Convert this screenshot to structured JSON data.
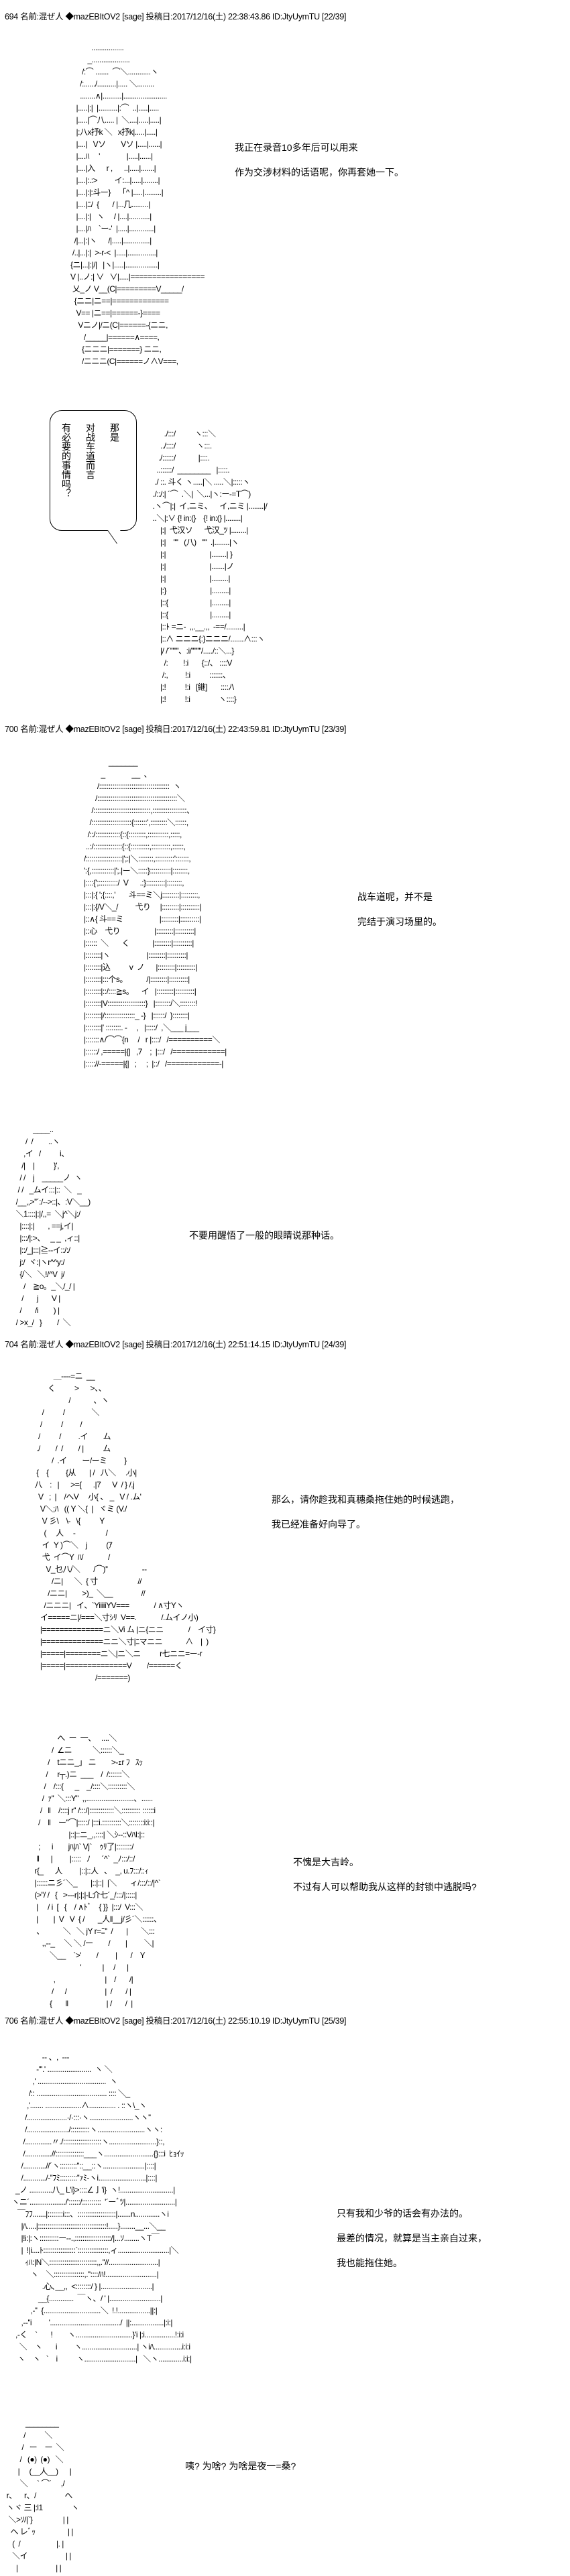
{
  "posts": [
    {
      "header": "694 名前:混ぜ人 ◆mazEBItOV2 [sage] 投稿日:2017/12/16(土) 22:38:43.86 ID:JtyUymTU [22/39]"
    },
    {
      "header": "700 名前:混ぜ人 ◆mazEBItOV2 [sage] 投稿日:2017/12/16(土) 22:43:59.81 ID:JtyUymTU [23/39]"
    },
    {
      "header": "704 名前:混ぜ人 ◆mazEBItOV2 [sage] 投稿日:2017/12/16(土) 22:51:14.15 ID:JtyUymTU [24/39]"
    },
    {
      "header": "706 名前:混ぜ人 ◆mazEBItOV2 [sage] 投稿日:2017/12/16(土) 22:55:10.19 ID:JtyUymTU [25/39]"
    }
  ],
  "dialogue": {
    "d1": [
      "我正在录音10多年后可以用来",
      "作为交涉材料的话语呢，你再套她一下。"
    ],
    "bubble": "那是\n对战车道而言\n有必要的事情吗？",
    "d3": [
      "战车道呢，并不是",
      "完结于演习场里的。"
    ],
    "d4": [
      "不要用醒悟了一般的眼睛说那种话。"
    ],
    "d5": [
      "那么，请你趁我和真穗桑拖住她的时候逃跑，",
      "我已经准备好向导了。"
    ],
    "d6": [
      "不愧是大吉岭。",
      "不过有人可以帮助我从这样的封锁中逃脱吗?"
    ],
    "d7": [
      "只有我和少爷的话会有办法的。",
      "最差的情况，就算是当主亲自过来，",
      "我也能拖住她。"
    ],
    "d8": [
      "咦? 为啥? 为啥是夜一=桑?"
    ]
  },
  "art": {
    "a1": "                 .................\n               _....................\n            /:⌒ .......  ⌒＼............ヽ\n           /:....../..........|..... ＼.........\n           ........∧|..........|.......................\n         |.....|:|  |..........|:⌒  ..|.....|.....\n         |.....|⌒八..... |  ＼....|.....|.....|\n         |:八x抒k ＼   x抒k|.....|.....|\n         |....|   Vソ        Vソ |.....|......|\n         |....ﾊ     '              |.....|......|\n         |....|入      r ,      ..|.....|.......|\n         |....|:.:>         イ:...|.....|........|\n         |....|:|:斗ー}    「^ |.....|.........|\n         |....|ﾆ/  {       / |...几.........|\n         |....|:|   ヽ     / |....|...........|\n         |....|ﾊ    `ー‐'  |.....|.............|\n        /|...|:|ヽ      /|.....|..............|\n       /..|...|:|  >‐r‐<  |.....|...............|\n      {ニ|...|:|/|   |ヽ|.....|.................|\n      V |..ノ:| ∨   ∨|.....|=================\n       乂_ノ V__(C|=========V_____/\n        {ニニ|ニ==|=============\n         V== |ニ==|======-}====\n          Vニノ|/ニ(C|======-{ニニ,\n             /_____|======∧====,\n            {ニニニ|=======} ニニ,\n            /ニニニ(C|======ノ∧V===,",
    "a2": "        ./:::/          ヽ:::＼\n      ../::::/           ヽ:::.\n     ./::::::/            |::::.\n    ..::::::/  ________   |:::::.\n   ./ ::. 斗く ヽ.....|＼ .....＼|:::::ヽ\n  ./::/:| ´⌒  .＼|  ＼...|ヽ:ー-=T⌒)\n  .ヽ⌒|:|  イ,ニミ、    イ,ニミ |........|/\n  ..＼|:∨ {! in:(}    {! in:(} |........|\n      |:|  弋汉ソ      弋汉_ﾂ |........|\n      |:|    ''''   (八)   ''''  .|........|ヽ\n      |:|                       |........| }\n      |:|                       |.......|ノ\n      |:|                       |.........|\n      |:}                       |.........|\n      |::{                      |.........|\n      |::{                      |.........|\n      |::ﾄ =ニ-  ,,.__.,,  -==/.........|\n      |::∧ ニニニ{:}ニニニ/.......∧:::ヽ\n      |/ /´'''''''、:i/''''''''/...../::＼...}\n        /:        !:i       {::/、 ::::V\n       /:,         !:i          :::::::、\n      |:!          !:i   [継]       ::::ﾉ\\\n      |:!          !:i               ヽ::::}",
    "a3": "                   _______\n               _              __  、\n             /:::::::::::::::::::::::::::::::::::::  ヽ\n            /::::::::::::::::::::::::::::::::::::::::::＼\n          /::::::::::::::::::::::::::::::,::::::::::::::::::、\n         /:::::::::::::::::::::{:::::::',:::::::::＼::::::,\n        /::/:::::::::::::{::{:::::::::,:::::::::::,:::::,\n       ..:/:::::::::::::::{::{::::::::::,::::::::::,::::::,\n      /:::::::::::::::::::|';:|＼::::::::,::::::::::':::::::,\n      ':{,::::::::::::|';.|ー＼:::::}:::::::::::|::::::::,\n      |::::{';::::::::::/  V      .:}::::::::::|::::::::,\n      |:::|:{ ';{::::,'       斗==ミ＼j:::::::::|:::::::::,\n      |:::|:{/V＼_/         弋り     |:::::::::|::::::::::|\n      |::∧{ 斗==ミ                   |:::::::::|::::::::::|\n      |::心    弋り                  |:::::::::|::::::::::|\n      |::::::  ＼       く            |:::::::::|::::::::::|\n      |::::::::|ヽ                   |:::::::::|::::::::::|\n      |::::::::|込          v  ノ      |:::::::::|::::::::::|\n      |::::::::|:::个s。          /|:::::::::|::::::::::|\n      |::::::::|::/::::≧s。    イ   |:::::::::|::::::::::|\n      |::::::::|V::::::::::::::::::::}   |::::::::/＼::::::::!\n      |::::::::|/::::::::::::::::_ -}   |::::::/  }::::::::|\n      |::::::::|' ::::::::. -     ,   |:::::/  ,＼___ j___\n      |:::::::∧/⌒⌒{n     /   r |::::/   /==========＼\n      |::::::/ ,=====|{|   ,7    ;  |:::/   /============|\n      |::::://-=====|{|   ;     ;  |::/   /============-|",
    "a4": "           ____..\n       /  /        ..ヽ\n      ,イ   /          i、\n     /|    |          }',\n    / /    j    _____ノ  ヽ\n   / /   _ムイ:::|::  ＼   _\n  /__,,>''´:/-->::|、:V＼__)\n  ＼1::::|:|/,,=  ＼j^＼j:/\n    |::::|:|       , ==j,イ|\n    |:::/|:>、   _ _  ,ィ::|\n    |::/_|:::|≧--イ::/:/\n    j:/  ヾ:|ヽr^^y:/\n    {/＼   ＼!/^V  j/\n      /    ≧o。_＼/_/ |\n     /       j       V |\n    /       /i        ) |\n  / >x_/   }        /  ＼",
    "a5": "              ＿-‐‐-=ニ  __\n           く          >      >、、\n                      /            、ヽ\n        /          /              ＼\n       /          /         /\n      /          /         .イ        ム\n     ./        /  /        / |          ム\n             /  .イ        ー/ーミ         }\n     {    {         {从       | /   八＼     .小|\n    八    :   |      >={      .|7      V  / } /.j\n      V   ;  |    /へV     小{ 、 _   V / .ム'\n       V＼;ﾊ   (( Y ＼{  |   ヾミ (V./\n        V 彡\\    \\-   \\{          Y\n         (     人     -                /\n        イ  Y )⌒＼    j          (ｱ\n        弋  イ⌒Y  ﾊ/             /\n          V_乜八/＼       /⌒)''                  --\n             /ニ|      ＼  { 寸                     //\n           /ニニ|        >)_  ＼__               //\n         /ニニニ|   イ、`YiiiiiYV===             / ∧寸Yヽ\n       イ=====ニ|/===＼寸ｼﾘ  V==.             /.ムイノ小)\n       |==============ニ＼Vi ム |ニ{ニニ             /    イ寸}\n       |==============ニニ＼寸|ﾆマニニ            ∧    |  )\n       |=====|========ニ＼|ニ＼ニ          r七ニニ=ー-r\n       |=====|==============V        /======く\n                                    /=======)",
    "a6": "                へ  ー  一、   ....＼\n             /  ∠ニ           ＼::::::＼_\n           /    tニニ_」 ニ        >-ｪr ﾌ   ｽｯ\n          /     r┬.)ニ  ___    /  /:::::::＼\n         /    /:::{      _    _/::::＼::::::::::＼\n        /  ｧ''  ＼:::Y''  ,,.........................、......\n       /   ‖    /::::j r'' /:::/|:::::::::::::＼:::::::::: ::::::i\n      /    ‖    ー''⌒|:::::/ |:::i.::::::::::＼::::::::i:i::|\n                      |::|::ニ_,,::::| ＼ｼ--::VﾊI:|::\n      ;      i        jﾊ|ﾊ` Vj`    ｩﾘ了|::::::::/\n     ‖      |         |:::::   ﾉ      ´^`  _ﾉ:::/::/\n    r{_      人         |::|::人   、  _, u.ﾌ:::/::ｨ\n    |::::::ニ彡´＼_       |::|::|  |＼       ィ/:::/::/|^`\n    (>''/ /   {   >---r|:|:|-L介七´_/:::/|:::::|\n     |     / i  [   {    / ∧ﾄﾞ    { }}  |:::/  V:::＼\n     |        |  V   V  { /       _人‖__j/彡´＼::::::、\n     、          ＼   ＼ jY r=ﾆ''  /       |       ＼:::\n        ,,-‐_     ＼ ＼ /ー        /        |         ＼|\n            ＼__    `>'        /         |       /    Y\n                            '           |     /      |\n              ,                          |    /       /|\n             /      /                    |  /       / |\n            {       ‖                    | /       /  |",
    "a7": "                    -- 、,  -‐-\n                 -'''.' .......................  ヽ ＼\n               ,' ....................................  ヽ\n             /:: ..................................... :::: ＼_\n            ,'....... ...................∧.............. . ::ヽ\\_ヽ\n           /.....................·/·:::·ヽ.......................ヽヽ''\n           /....................../::::::::::ヽ.........................ヽヽ:\n          /..............〃./::::::::::::::::::::ヽ.........................}::,\n          /..............//:::::::::::::::___ヽ..........................{}:::i  ﾋｮｲｯ\n         /............//´ヽ:::::::::''::__::ヽ......................|::::|\n         /............/-''ﾌﾐ:::::::::''ｧﾐ-ヽi.........................|::::|\n      _ノ ............八_ L'i}>::::∠亅'i}  ヽ!............................|\n    ヽニ´.................../'::::::/::::::::::  '´ーﾞﾂ|..........................|\n       ￣ﾌﾌ.......|::::::::i:::、::::::::::::::::::::|.......n.............ヽi\n         |ﾊ.....|::::::::::::::::::::::::::::::::::::!.....}........__...＼__\n         |!i:|:ヽ::::::::::ー‐-.,:::::::::::::::::::/|...ｿ........ヽT￣\n         |  !|i....ﾄ:::::::::::::::::`::::::::::::::::,ィ...........................|＼\n           ｨﾊ:|N＼:::::::::::::::::::::::::,,.''//..........................|\n              ヽ    ＼::::::::::::::::,.''::::/ﾊ!...........................|\n                    .心､__,,  <::::::::/ } |...........................|\n                  __{.............  ￣ヽ、/ ' |...........................|\n              ,-''  {..............................＼  !.!.................||:|\n         ,-‐''i         '...................................../  ||:.................|:i:|\n      ,-く    `       !        ヽ..............................}'i |:i................!:i:i\n        ＼    ヽ       i         ヽ.............................| ヽiﾊ...............i:i:i\n       ヽ    ヽ   `    i          ヽ...........................|   ＼ヽ.............i:i:|",
    "a8": "            ________\n           /          ＼\n          /   ー    ー  ＼\n         /   (●)  (●)   ＼\n        |     (__人__)      |\n         ＼     ` ⌒´     ,/\n  r、    r、/               へ\n  ヽヾ 三 |:l1               ヽ\n   ＼>ｿ/|`}                | |\n    ヘ レﾞｯ                 | |\n     (  /                   |. |\n     ＼イ                    | |\n       |                    | |"
  }
}
